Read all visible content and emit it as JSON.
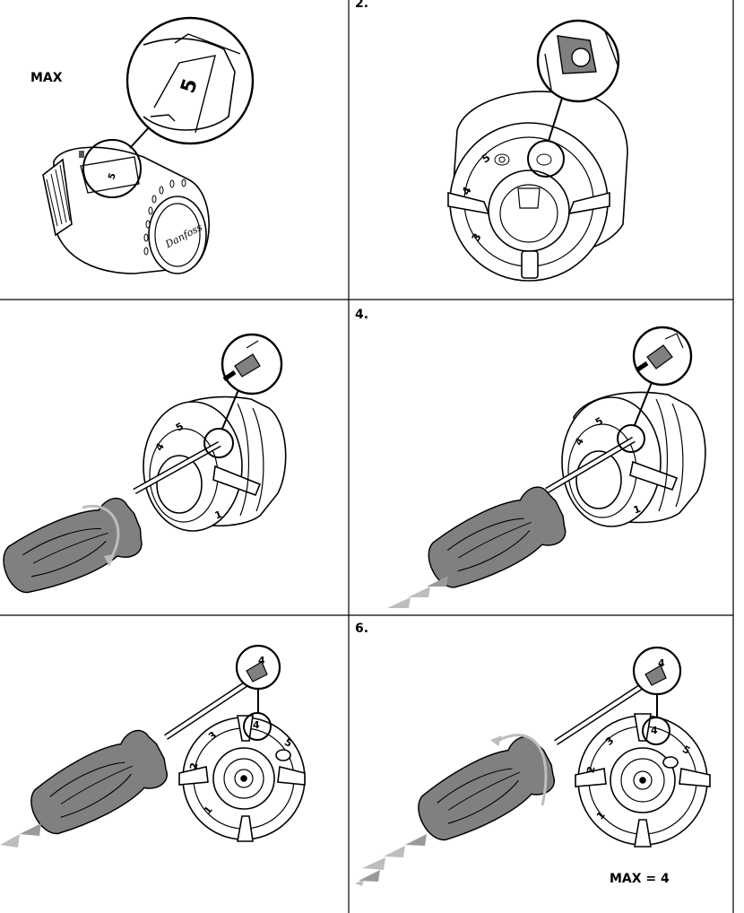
{
  "panels": [
    {
      "number": "",
      "callout": "MAX",
      "dial_digit": "5",
      "logo": "Danfoss"
    },
    {
      "number": "2.",
      "scale": [
        "3",
        "4",
        "5"
      ]
    },
    {
      "number": "",
      "scale": [
        "1",
        "4",
        "5"
      ]
    },
    {
      "number": "4.",
      "scale": [
        "1",
        "4",
        "5"
      ]
    },
    {
      "number": "",
      "scale": [
        "1",
        "2",
        "3",
        "4",
        "5"
      ],
      "zoom_digit": "4"
    },
    {
      "number": "6.",
      "scale": [
        "1",
        "2",
        "3",
        "4",
        "5"
      ],
      "zoom_digit": "4",
      "result": "MAX = 4"
    }
  ],
  "colors": {
    "line": "#000000",
    "tool": "#808080",
    "arrow": "#bdbdbd",
    "arrow_dark": "#9a9a9a"
  }
}
